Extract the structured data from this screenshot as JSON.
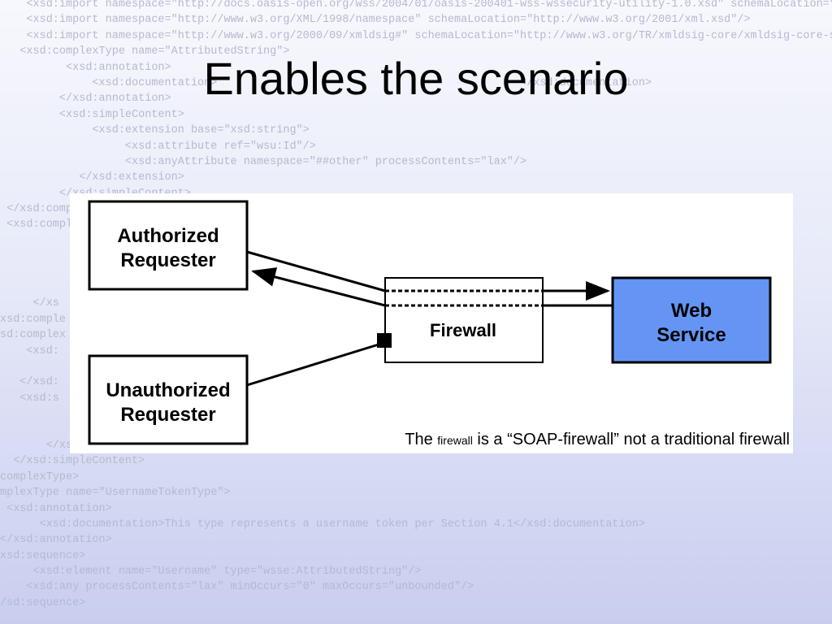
{
  "slide": {
    "title": "Enables the scenario"
  },
  "background_code": [
    "    <xsd:import namespace=\"http://docs.oasis-open.org/wss/2004/01/oasis-200401-wss-wssecurity-utility-1.0.xsd\" schemaLocation=\"http://",
    "    <xsd:import namespace=\"http://www.w3.org/XML/1998/namespace\" schemaLocation=\"http://www.w3.org/2001/xml.xsd\"/>",
    "    <xsd:import namespace=\"http://www.w3.org/2000/09/xmldsig#\" schemaLocation=\"http://www.w3.org/TR/xmldsig-core/xmldsig-core-schema",
    "   <xsd:complexType name=\"AttributedString\">",
    "          <xsd:annotation>",
    "              <xsd:documentation>                                              </xsd:documentation>",
    "         </xsd:annotation>",
    "         <xsd:simpleContent>",
    "              <xsd:extension base=\"xsd:string\">",
    "                   <xsd:attribute ref=\"wsu:Id\"/>",
    "                   <xsd:anyAttribute namespace=\"##other\" processContents=\"lax\"/>",
    "            </xsd:extension>",
    "         </xsd:simpleContent>",
    " </xsd:complexType>",
    " <xsd:complexType",
    "",
    "",
    "",
    "",
    "     </xs",
    "xsd:comple",
    "sd:complex",
    "    <xsd:",
    "",
    "   </xsd:",
    "   <xsd:s",
    "",
    "",
    "       </xsd:extension>",
    "  </xsd:simpleContent>",
    "complexType>",
    "mplexType name=\"UsernameTokenType\">",
    " <xsd:annotation>",
    "      <xsd:documentation>This type represents a username token per Section 4.1</xsd:documentation>",
    "</xsd:annotation>",
    "xsd:sequence>",
    "     <xsd:element name=\"Username\" type=\"wsse:AttributedString\"/>",
    "    <xsd:any processContents=\"lax\" minOccurs=\"0\" maxOccurs=\"unbounded\"/>",
    "/sd:sequence>"
  ],
  "diagram": {
    "authorized_requester": {
      "line1": "Authorized",
      "line2": "Requester"
    },
    "unauthorized_requester": {
      "line1": "Unauthorized",
      "line2": "Requester"
    },
    "firewall": {
      "label": "Firewall"
    },
    "web_service": {
      "line1": "Web",
      "line2": "Service"
    },
    "colors": {
      "web_service_fill": "#6495f5",
      "box_stroke": "#000000",
      "panel_background": "#ffffff"
    }
  },
  "caption": {
    "prefix": "The ",
    "small_word": "firewall",
    "suffix": " is a “SOAP-firewall” not a traditional firewall"
  }
}
